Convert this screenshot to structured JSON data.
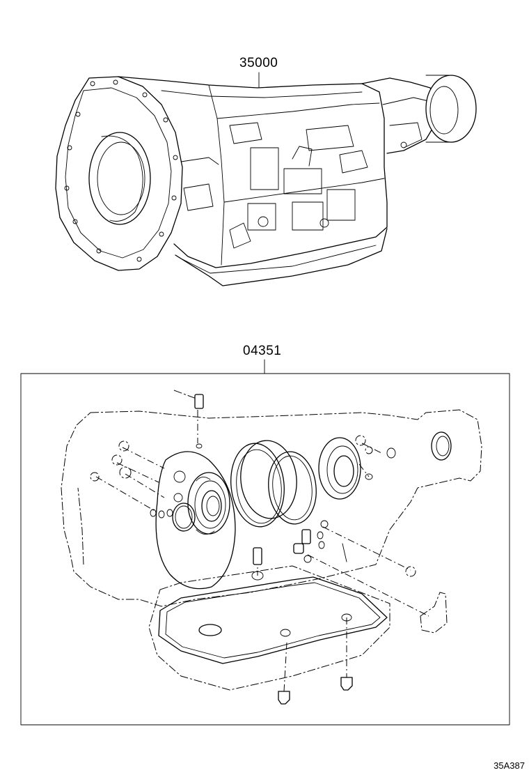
{
  "parts": [
    {
      "number": "35000",
      "description": "Transmission assembly"
    },
    {
      "number": "04351",
      "description": "Overhaul gasket kit"
    }
  ],
  "diagram_id": "35A387"
}
